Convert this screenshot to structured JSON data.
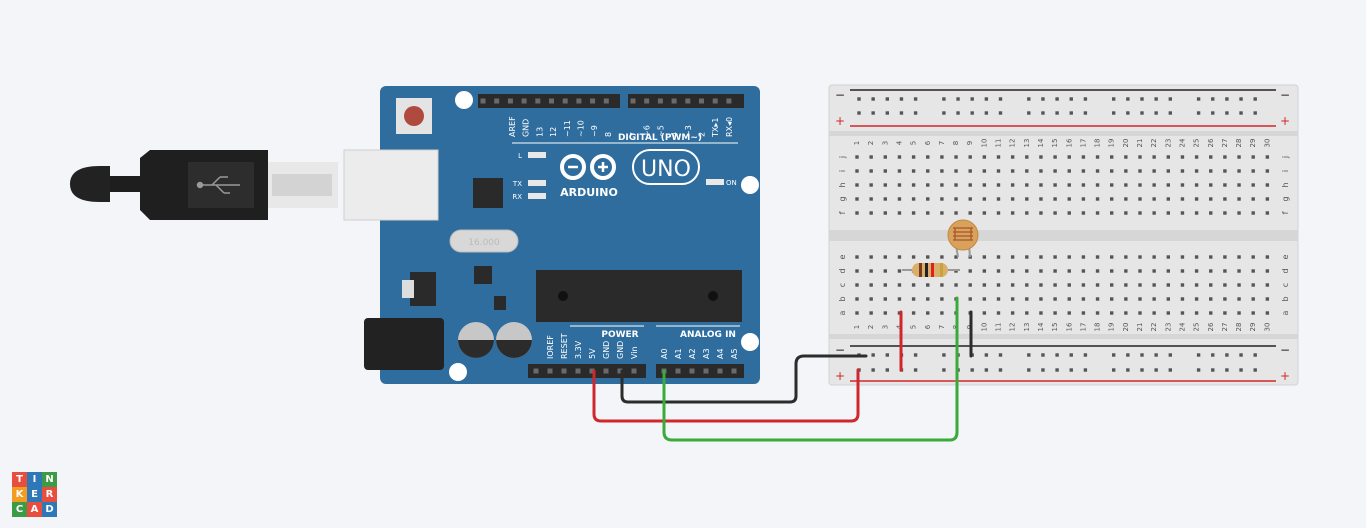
{
  "arduino": {
    "brand": "ARDUINO",
    "model": "UNO",
    "digital_title": "DIGITAL (PWM~)",
    "digital_pins_left": [
      "AREF",
      "GND",
      "13",
      "12",
      "~11",
      "~10",
      "~9",
      "8"
    ],
    "digital_pins_right": [
      "7",
      "~6",
      "~5",
      "4",
      "~3",
      "2",
      "TX▸1",
      "RX◂0"
    ],
    "led_labels": {
      "l": "L",
      "tx": "TX",
      "rx": "RX",
      "on": "ON"
    },
    "crystal_label": "16.000",
    "power_title": "POWER",
    "power_pins": [
      "IOREF",
      "RESET",
      "3.3V",
      "5V",
      "GND",
      "GND",
      "Vin"
    ],
    "analog_title": "ANALOG IN",
    "analog_pins": [
      "A0",
      "A1",
      "A2",
      "A3",
      "A4",
      "A5"
    ]
  },
  "breadboard": {
    "rail_minus": "−",
    "rail_plus": "+",
    "row_letters_top": [
      "j",
      "i",
      "h",
      "g",
      "f"
    ],
    "row_letters_bottom": [
      "e",
      "d",
      "c",
      "b",
      "a"
    ],
    "columns": [
      "1",
      "2",
      "3",
      "4",
      "5",
      "6",
      "7",
      "8",
      "9",
      "10",
      "11",
      "12",
      "13",
      "14",
      "15",
      "16",
      "17",
      "18",
      "19",
      "20",
      "21",
      "22",
      "23",
      "24",
      "25",
      "26",
      "27",
      "28",
      "29",
      "30"
    ]
  },
  "wires": [
    {
      "name": "5v-wire",
      "color": "#d0272c"
    },
    {
      "name": "gnd-wire",
      "color": "#2c2c2c"
    },
    {
      "name": "a0-wire",
      "color": "#3aab3a"
    }
  ],
  "logo": {
    "letters": [
      "T",
      "I",
      "N",
      "K",
      "E",
      "R",
      "C",
      "A",
      "D"
    ],
    "colors": [
      "#e84e3d",
      "#2f78b7",
      "#3d9b46",
      "#f39c22",
      "#2f78b7",
      "#e84e3d",
      "#3d9b46",
      "#e84e3d",
      "#2f78b7"
    ]
  }
}
